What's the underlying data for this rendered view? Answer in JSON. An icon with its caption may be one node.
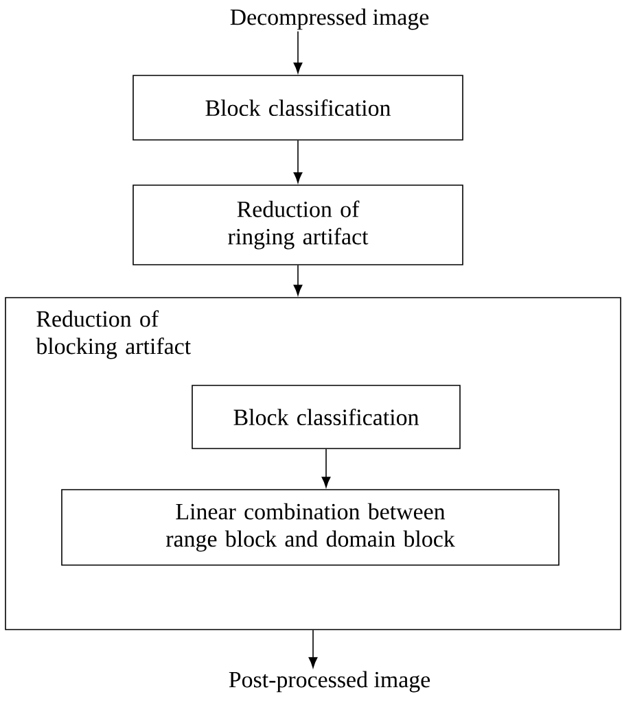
{
  "diagram": {
    "nodes": [
      {
        "text": [
          "Decompressed image"
        ]
      },
      {
        "text": [
          "Block classification"
        ]
      },
      {
        "text": [
          "Reduction of ringing artifact"
        ]
      },
      {
        "text": [
          "Reduction of blocking artifact"
        ]
      },
      {
        "text": [
          "Block classification"
        ],
        "in": 3
      },
      {
        "text": [
          "Linear combination between range block and domain block"
        ],
        "in": 3
      },
      {
        "text": [
          "Post-processed image"
        ]
      }
    ],
    "edges": [
      {
        "from": 0,
        "to": 1,
        "arrow": "to"
      },
      {
        "from": 1,
        "to": 2,
        "arrow": "to"
      },
      {
        "from": 2,
        "to": 3,
        "arrow": "to"
      },
      {
        "from": 4,
        "to": 5,
        "arrow": "to"
      },
      {
        "from": 3,
        "to": 6,
        "arrow": "to"
      }
    ]
  }
}
